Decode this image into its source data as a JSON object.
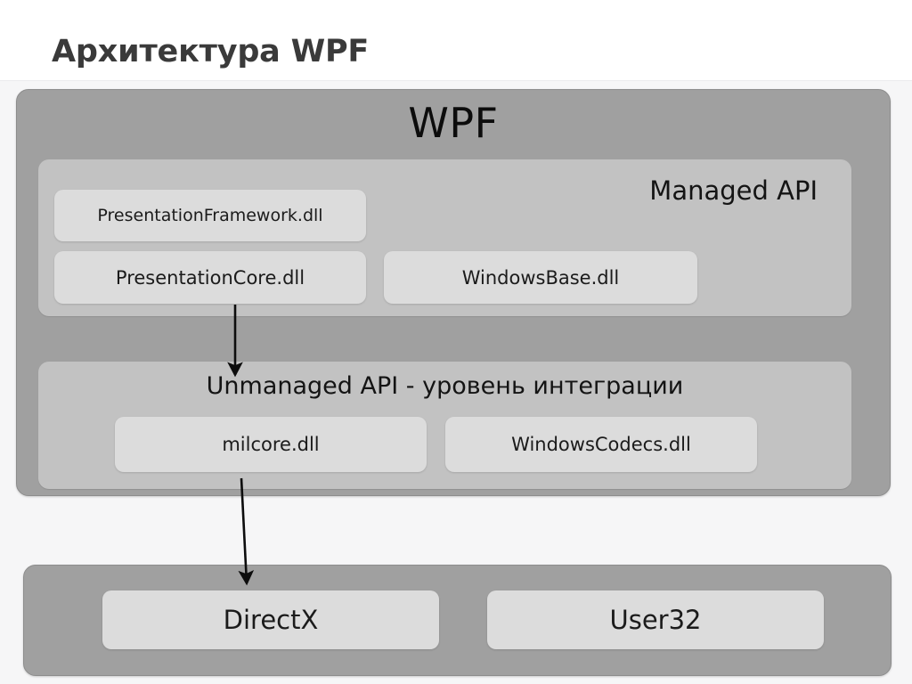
{
  "slide": {
    "title": "Архитектура WPF"
  },
  "diagram": {
    "type": "layered-architecture",
    "wpf_container": {
      "title": "WPF",
      "layers": [
        {
          "name": "managed-api",
          "title": "Managed API",
          "title_align": "right",
          "components": [
            {
              "label": "PresentationFramework.dll"
            },
            {
              "label": "PresentationCore.dll"
            },
            {
              "label": "WindowsBase.dll"
            }
          ]
        },
        {
          "name": "unmanaged-api",
          "title": "Unmanaged API - уровень интеграции",
          "title_align": "center",
          "components": [
            {
              "label": "milcore.dll"
            },
            {
              "label": "WindowsCodecs.dll"
            }
          ]
        }
      ]
    },
    "os_container": {
      "components": [
        {
          "label": "DirectX"
        },
        {
          "label": "User32"
        }
      ]
    },
    "arrows": [
      {
        "from": "PresentationCore.dll",
        "to": "Unmanaged API - уровень интеграции"
      },
      {
        "from": "milcore.dll",
        "to": "DirectX"
      }
    ]
  },
  "colors": {
    "page_background": "#ffffff",
    "body_background": "#f6f6f7",
    "title_text": "#3a3a3a",
    "outer_container": "#a0a0a0",
    "inner_panel": "#c2c2c2",
    "component_chip": "#dcdcdc",
    "component_text": "#1b1b1b",
    "arrow": "#0d0d0d"
  }
}
